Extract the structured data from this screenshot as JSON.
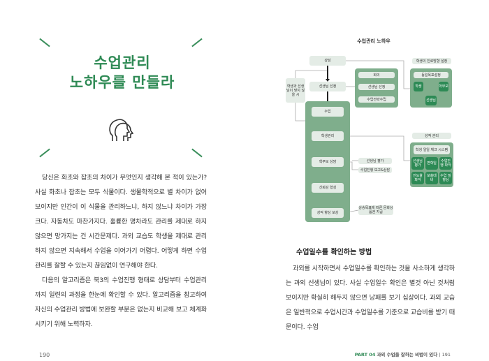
{
  "left_page": {
    "title_line1": "수업관리",
    "title_line2": "노하우를 만들라",
    "paragraphs": [
      "당신은 화초와 잡초의 차이가 무엇인지 생각해 본 적이 있는가? 사실 화초나 잡초는 모두 식물이다. 생물학적으로 별 차이가 없어 보이지만 인간이 이 식물을 관리하느냐, 하지 않느냐 차이가 가장 크다. 자동차도 마찬가지다. 훌륭한 명차라도 관리를 제대로 하지 않으면 망가지는 건 시간문제다. 과외 교습도 학생을 제대로 관리하지 않으면 지속해서 수업을 이어가기 어렵다. 어떻게 하면 수업관리를 잘할 수 있는지 끊임없이 연구해야 한다.",
      "다음의 알고리즘은 북3의 수업진행 형태로 상담부터 수업관리까지 일련의 과정을 한눈에 확인할 수 있다. 알고리즘을 참고하여 자신의 수업관리 방법에 보완할 부분은 없는지 비교해 보고 체계화시키기 위해 노력하자."
    ],
    "page_number": "190"
  },
  "diagram": {
    "title": "수업관리 노하우",
    "main": [
      "상담",
      "선생님 선정",
      "수업",
      "학생관리",
      "학부모 상담",
      "신뢰감 형성",
      "성적 향상 보상"
    ],
    "mismatch": "학생과 선생님이 맞지 않을 시",
    "meeting": [
      "회의",
      "선생님 선정",
      "수업전략수립"
    ],
    "career": "학생의 진로방향 설정",
    "goal": {
      "title": "동일목표설정",
      "student": "학생",
      "parent": "학부모",
      "teacher": "선생님"
    },
    "grade": "성적 관리",
    "daily": {
      "title": "학생 일일 체크 시스템",
      "items": [
        "선생님 평가",
        "면학일",
        "수업진행 파악",
        "진도율 파악",
        "보충대비",
        "수업 질 향상"
      ]
    },
    "eval": "선생님 평가",
    "report": "수업진행 보고&상담",
    "reward": "상승목표에 따른 문화상품권 지급"
  },
  "right_page": {
    "heading": "수업일수를 확인하는 방법",
    "paragraph": "과외를 시작하면서 수업일수를 확인하는 것을 사소하게 생각하는 과외 선생님이 있다. 사실 수업일수 확인은 별것 아닌 것처럼 보이지만 확실히 해두지 않으면 낭패를 보기 십상이다. 과외 교습은 일반적으로 수업시간과 수업일수를 기준으로 교습비를 받기 때문이다. 수업",
    "footer_part": "PART 04",
    "footer_title": "과외 수업을 잘하는 비법이 있다",
    "page_number": "191"
  },
  "colors": {
    "accent": "#2f8a55"
  }
}
